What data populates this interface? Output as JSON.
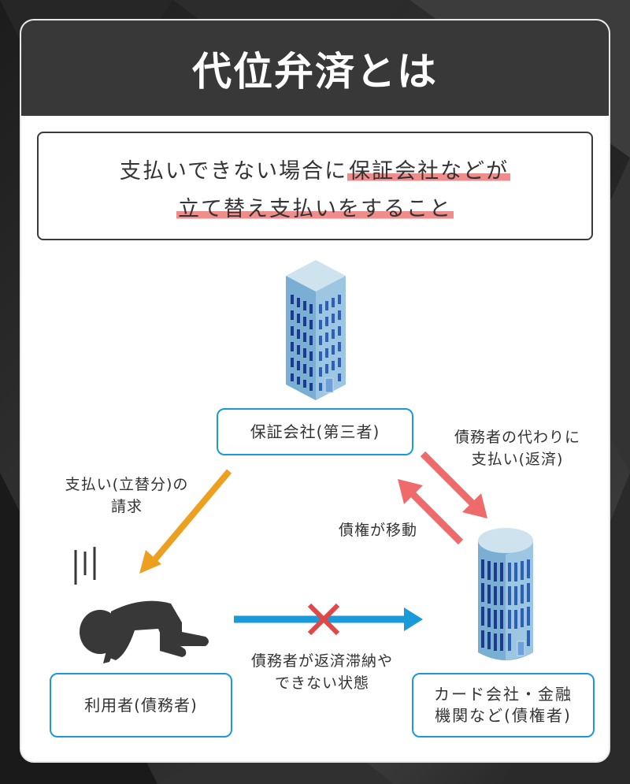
{
  "title": "代位弁済とは",
  "summary": {
    "line1_plain": "支払いできない場合に",
    "line1_highlight": "保証会社などが",
    "line2_highlight": "立て替え支払いをすること"
  },
  "nodes": {
    "guarantor": {
      "label": "保証会社(第三者)",
      "icon": "office-building-icon"
    },
    "debtor": {
      "label": "利用者(債務者)",
      "icon": "kneeling-person-icon"
    },
    "creditor": {
      "label_line1": "カード会社・金融",
      "label_line2": "機関など(債権者)",
      "icon": "cylindrical-building-icon"
    }
  },
  "arrows": {
    "claim": {
      "line1": "支払い(立替分)の",
      "line2": "請求",
      "color": "#eda020"
    },
    "subrogation_payment": {
      "line1": "債務者の代わりに",
      "line2": "支払い(返済)",
      "color": "#ef6b6b"
    },
    "claim_transfer": {
      "label": "債権が移動",
      "color": "#ef6b6b"
    },
    "failed_repayment": {
      "line1": "債務者が返済滞納や",
      "line2": "できない状態",
      "color": "#1a9ad9",
      "cross_color": "#e04848"
    }
  },
  "colors": {
    "header_bg": "#383838",
    "highlight": "#ef8c8c",
    "box_border": "#1a9ad9",
    "text": "#333333"
  }
}
